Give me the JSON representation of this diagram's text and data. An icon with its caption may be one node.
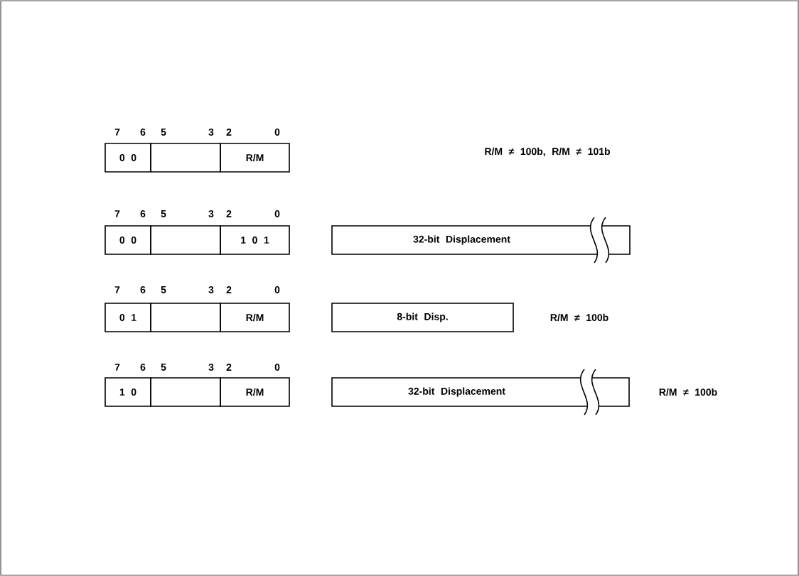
{
  "diagram": {
    "nodes": [
      {
        "text": [
          "0 0"
        ]
      },
      {
        "text": [],
        "shape": "box"
      },
      {
        "text": [
          "R/M"
        ]
      },
      {
        "text": [
          "0 0"
        ]
      },
      {
        "text": [],
        "shape": "box"
      },
      {
        "text": [
          "1 0 1"
        ]
      },
      {
        "text": [
          "32-bit Displacement"
        ]
      },
      {
        "text": [
          "0 1"
        ]
      },
      {
        "text": [],
        "shape": "box"
      },
      {
        "text": [
          "R/M"
        ]
      },
      {
        "text": [
          "8-bit Disp."
        ]
      },
      {
        "text": [
          "1 0"
        ]
      },
      {
        "text": [],
        "shape": "box"
      },
      {
        "text": [
          "R/M"
        ]
      },
      {
        "text": [
          "32-bit Displacement"
        ]
      }
    ],
    "labels": [
      "7",
      "6",
      "5",
      "3",
      "2",
      "0",
      "R/M ≠ 100b, R/M ≠ 101b",
      "7",
      "6",
      "5",
      "3",
      "2",
      "0",
      "7",
      "6",
      "5",
      "3",
      "2",
      "0",
      "R/M ≠ 100b",
      "7",
      "6",
      "5",
      "3",
      "2",
      "0",
      "R/M ≠ 100b"
    ]
  }
}
